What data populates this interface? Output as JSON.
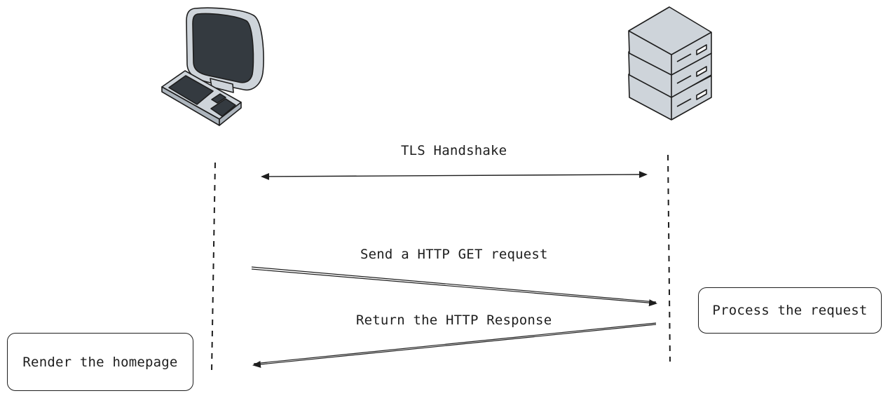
{
  "actors": {
    "client": {
      "icon": "desktop-computer-icon"
    },
    "server": {
      "icon": "server-rack-icon"
    }
  },
  "messages": {
    "tls_handshake": "TLS Handshake",
    "http_get": "Send a HTTP GET request",
    "http_response": "Return the HTTP Response"
  },
  "notes": {
    "client_note": "Render the homepage",
    "server_note": "Process the request"
  },
  "colors": {
    "stroke": "#1e1e1e",
    "monitor_screen": "#343a40",
    "device_fill": "#ced4da"
  }
}
